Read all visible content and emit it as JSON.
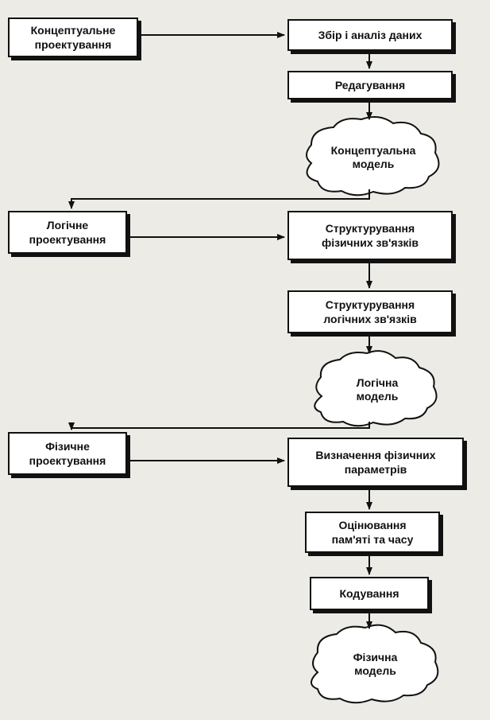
{
  "diagram": {
    "title_partial": "...Проектування бази даних",
    "left_column": [
      {
        "id": "conceptual-design",
        "label": "Концептуальне\nпроектування"
      },
      {
        "id": "logical-design",
        "label": "Логічне\nпроектування"
      },
      {
        "id": "physical-design",
        "label": "Фізичне\nпроектування"
      }
    ],
    "right_column": [
      {
        "id": "collection-analysis",
        "label": "Збір і аналіз даних"
      },
      {
        "id": "editing",
        "label": "Редагування"
      },
      {
        "id": "structuring-physical",
        "label": "Структурування\nфізичних зв'язків"
      },
      {
        "id": "structuring-logical",
        "label": "Структурування\nлогічних зв'язків"
      },
      {
        "id": "physical-params",
        "label": "Визначення фізичних\nпараметрів"
      },
      {
        "id": "evaluation",
        "label": "Оцінювання\nпам'яті та часу"
      },
      {
        "id": "coding",
        "label": "Кодування"
      }
    ],
    "clouds": [
      {
        "id": "conceptual-model",
        "label": "Концептуальна\nмодель"
      },
      {
        "id": "logical-model",
        "label": "Логічна\nмодель"
      },
      {
        "id": "physical-model",
        "label": "Фізична\nмодель"
      }
    ]
  }
}
